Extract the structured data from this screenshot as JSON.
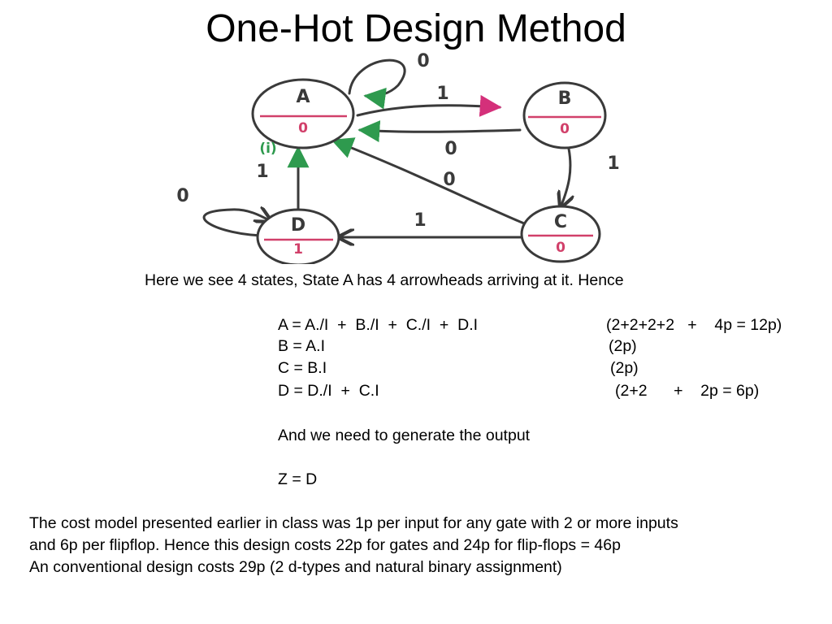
{
  "title": "One-Hot Design Method",
  "diagram": {
    "states": [
      {
        "name": "A",
        "output": "0"
      },
      {
        "name": "B",
        "output": "0"
      },
      {
        "name": "C",
        "output": "0"
      },
      {
        "name": "D",
        "output": "1"
      }
    ],
    "labels": {
      "a_self": "0",
      "a_to_b": "1",
      "b_to_a": "0",
      "c_to_a": "0",
      "b_to_c": "1",
      "d_to_a": "1",
      "d_to_a_note": "(i)",
      "c_to_d": "1",
      "d_self": "0"
    },
    "colors": {
      "ink": "#3a3a3a",
      "output_line": "#d1406a",
      "arrow_green": "#2e9a4e",
      "arrow_pink": "#d4307a"
    }
  },
  "intro": "Here we see 4 states, State A has 4 arrowheads arriving at it. Hence",
  "equations": [
    {
      "eq": "A = A./I  +  B./I  +  C./I  +  D.I",
      "cost": "(2+2+2+2   +    4p = 12p)"
    },
    {
      "eq": "B = A.I",
      "cost": "(2p)"
    },
    {
      "eq": "C = B.I",
      "cost": "(2p)"
    },
    {
      "eq": "D = D./I  +  C.I",
      "cost": "(2+2      +    2p = 6p)"
    }
  ],
  "output_intro": "And we need to generate the output",
  "output_eq": "Z = D",
  "conclusion": [
    "The cost model presented earlier in class was 1p per input for any gate with 2 or more inputs",
    "and 6p per flipflop. Hence this design costs 22p for gates and 24p for flip-flops = 46p",
    "An conventional design costs 29p (2 d-types and natural binary assignment)"
  ]
}
